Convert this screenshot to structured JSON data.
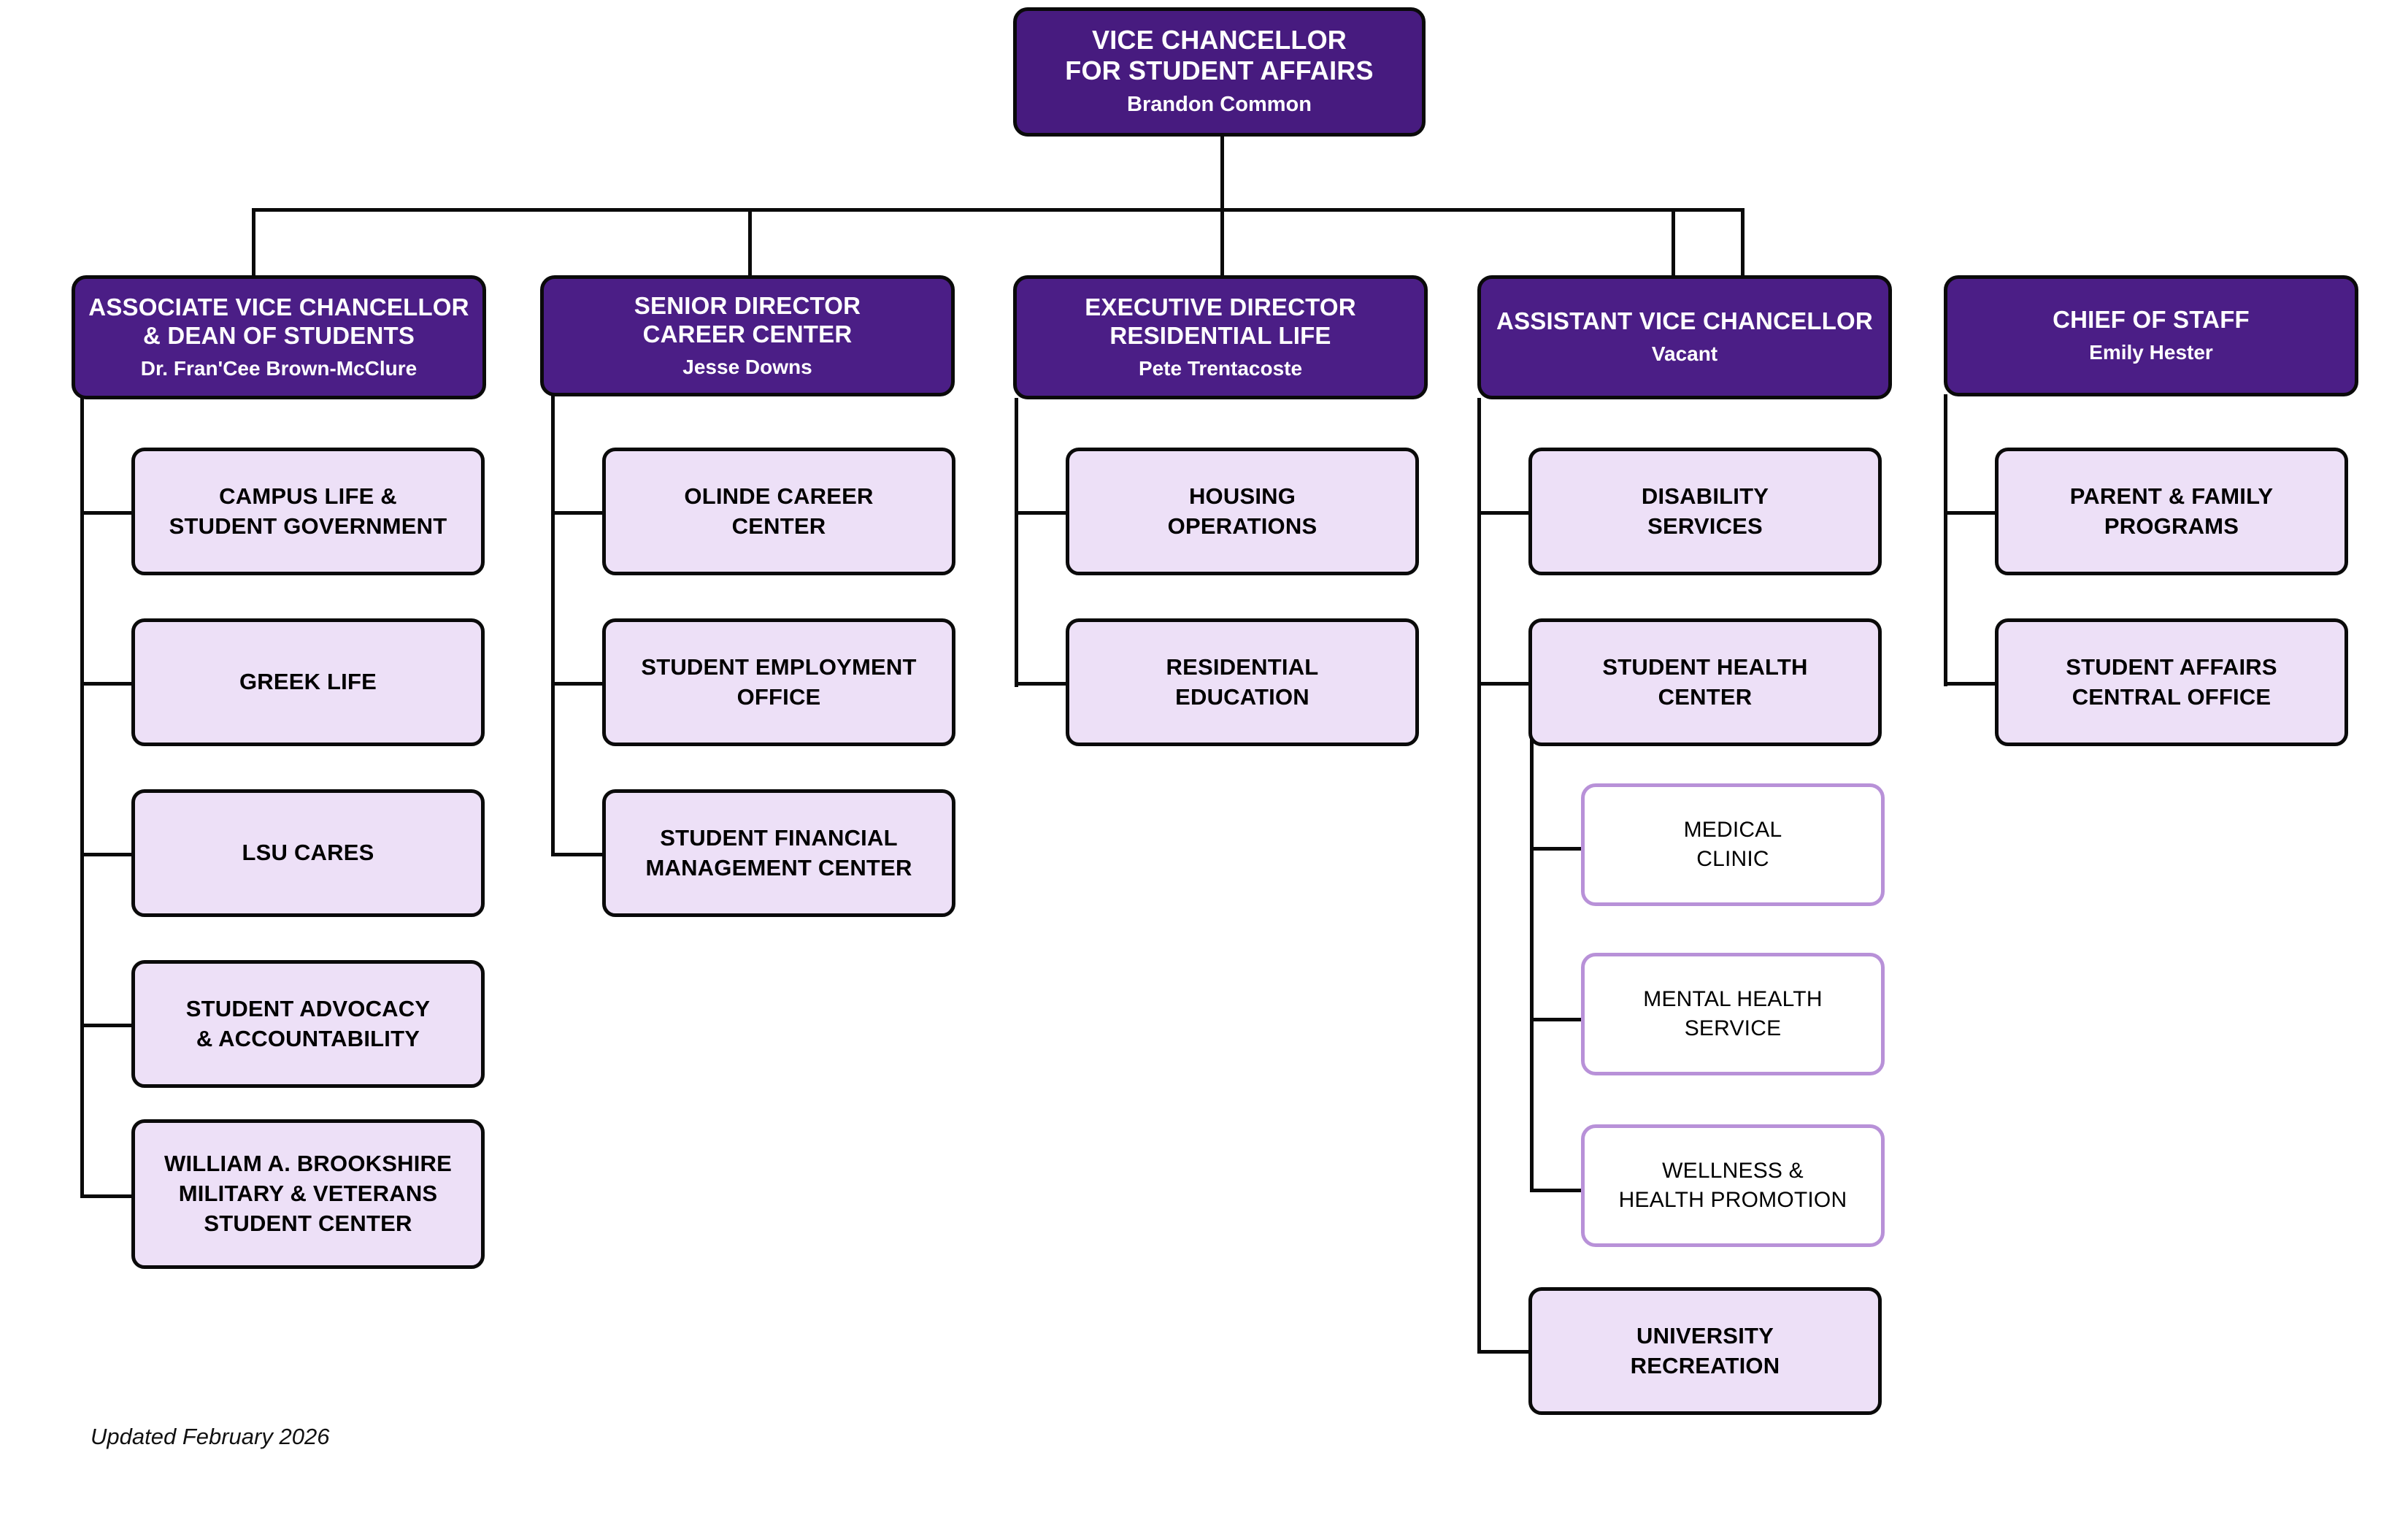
{
  "chart": {
    "type": "org-chart",
    "footer_note": "Updated February 2026",
    "colors": {
      "root_fill": "#471B7F",
      "level2_fill": "#4B1E86",
      "level3_fill": "#EDE0F7",
      "level4_border": "#B891D8",
      "line": "#0A0A0A",
      "background": "#FFFFFF"
    },
    "root": {
      "title_line1": "VICE CHANCELLOR",
      "title_line2": "FOR STUDENT AFFAIRS",
      "person": "Brandon Common"
    },
    "branches": [
      {
        "title_line1": "ASSOCIATE VICE CHANCELLOR",
        "title_line2": "& DEAN OF STUDENTS",
        "person": "Dr. Fran'Cee Brown-McClure",
        "children": [
          {
            "line1": "CAMPUS LIFE &",
            "line2": "STUDENT GOVERNMENT",
            "line3": ""
          },
          {
            "line1": "GREEK LIFE",
            "line2": "",
            "line3": ""
          },
          {
            "line1": "LSU CARES",
            "line2": "",
            "line3": ""
          },
          {
            "line1": "STUDENT ADVOCACY",
            "line2": "& ACCOUNTABILITY",
            "line3": ""
          },
          {
            "line1": "WILLIAM A. BROOKSHIRE",
            "line2": "MILITARY & VETERANS",
            "line3": "STUDENT CENTER"
          }
        ]
      },
      {
        "title_line1": "SENIOR DIRECTOR",
        "title_line2": "CAREER CENTER",
        "person": "Jesse Downs",
        "children": [
          {
            "line1": "OLINDE CAREER",
            "line2": "CENTER",
            "line3": ""
          },
          {
            "line1": "STUDENT EMPLOYMENT",
            "line2": "OFFICE",
            "line3": ""
          },
          {
            "line1": "STUDENT FINANCIAL",
            "line2": "MANAGEMENT CENTER",
            "line3": ""
          }
        ]
      },
      {
        "title_line1": "EXECUTIVE DIRECTOR",
        "title_line2": "RESIDENTIAL LIFE",
        "person": "Pete Trentacoste",
        "children": [
          {
            "line1": "HOUSING",
            "line2": "OPERATIONS",
            "line3": ""
          },
          {
            "line1": "RESIDENTIAL",
            "line2": "EDUCATION",
            "line3": ""
          }
        ]
      },
      {
        "title_line1": "ASSISTANT VICE CHANCELLOR",
        "title_line2": "",
        "person": "Vacant",
        "children": [
          {
            "line1": "DISABILITY",
            "line2": "SERVICES",
            "line3": ""
          },
          {
            "line1": "STUDENT HEALTH",
            "line2": "CENTER",
            "line3": ""
          },
          {
            "line1": "UNIVERSITY",
            "line2": "RECREATION",
            "line3": ""
          }
        ],
        "grandchildren": [
          {
            "line1": "MEDICAL",
            "line2": "CLINIC",
            "line3": ""
          },
          {
            "line1": "MENTAL HEALTH",
            "line2": "SERVICE",
            "line3": ""
          },
          {
            "line1": "WELLNESS &",
            "line2": "HEALTH PROMOTION",
            "line3": ""
          }
        ]
      },
      {
        "title_line1": "CHIEF OF STAFF",
        "title_line2": "",
        "person": "Emily Hester",
        "children": [
          {
            "line1": "PARENT & FAMILY",
            "line2": "PROGRAMS",
            "line3": ""
          },
          {
            "line1": "STUDENT AFFAIRS",
            "line2": "CENTRAL OFFICE",
            "line3": ""
          }
        ]
      }
    ]
  }
}
